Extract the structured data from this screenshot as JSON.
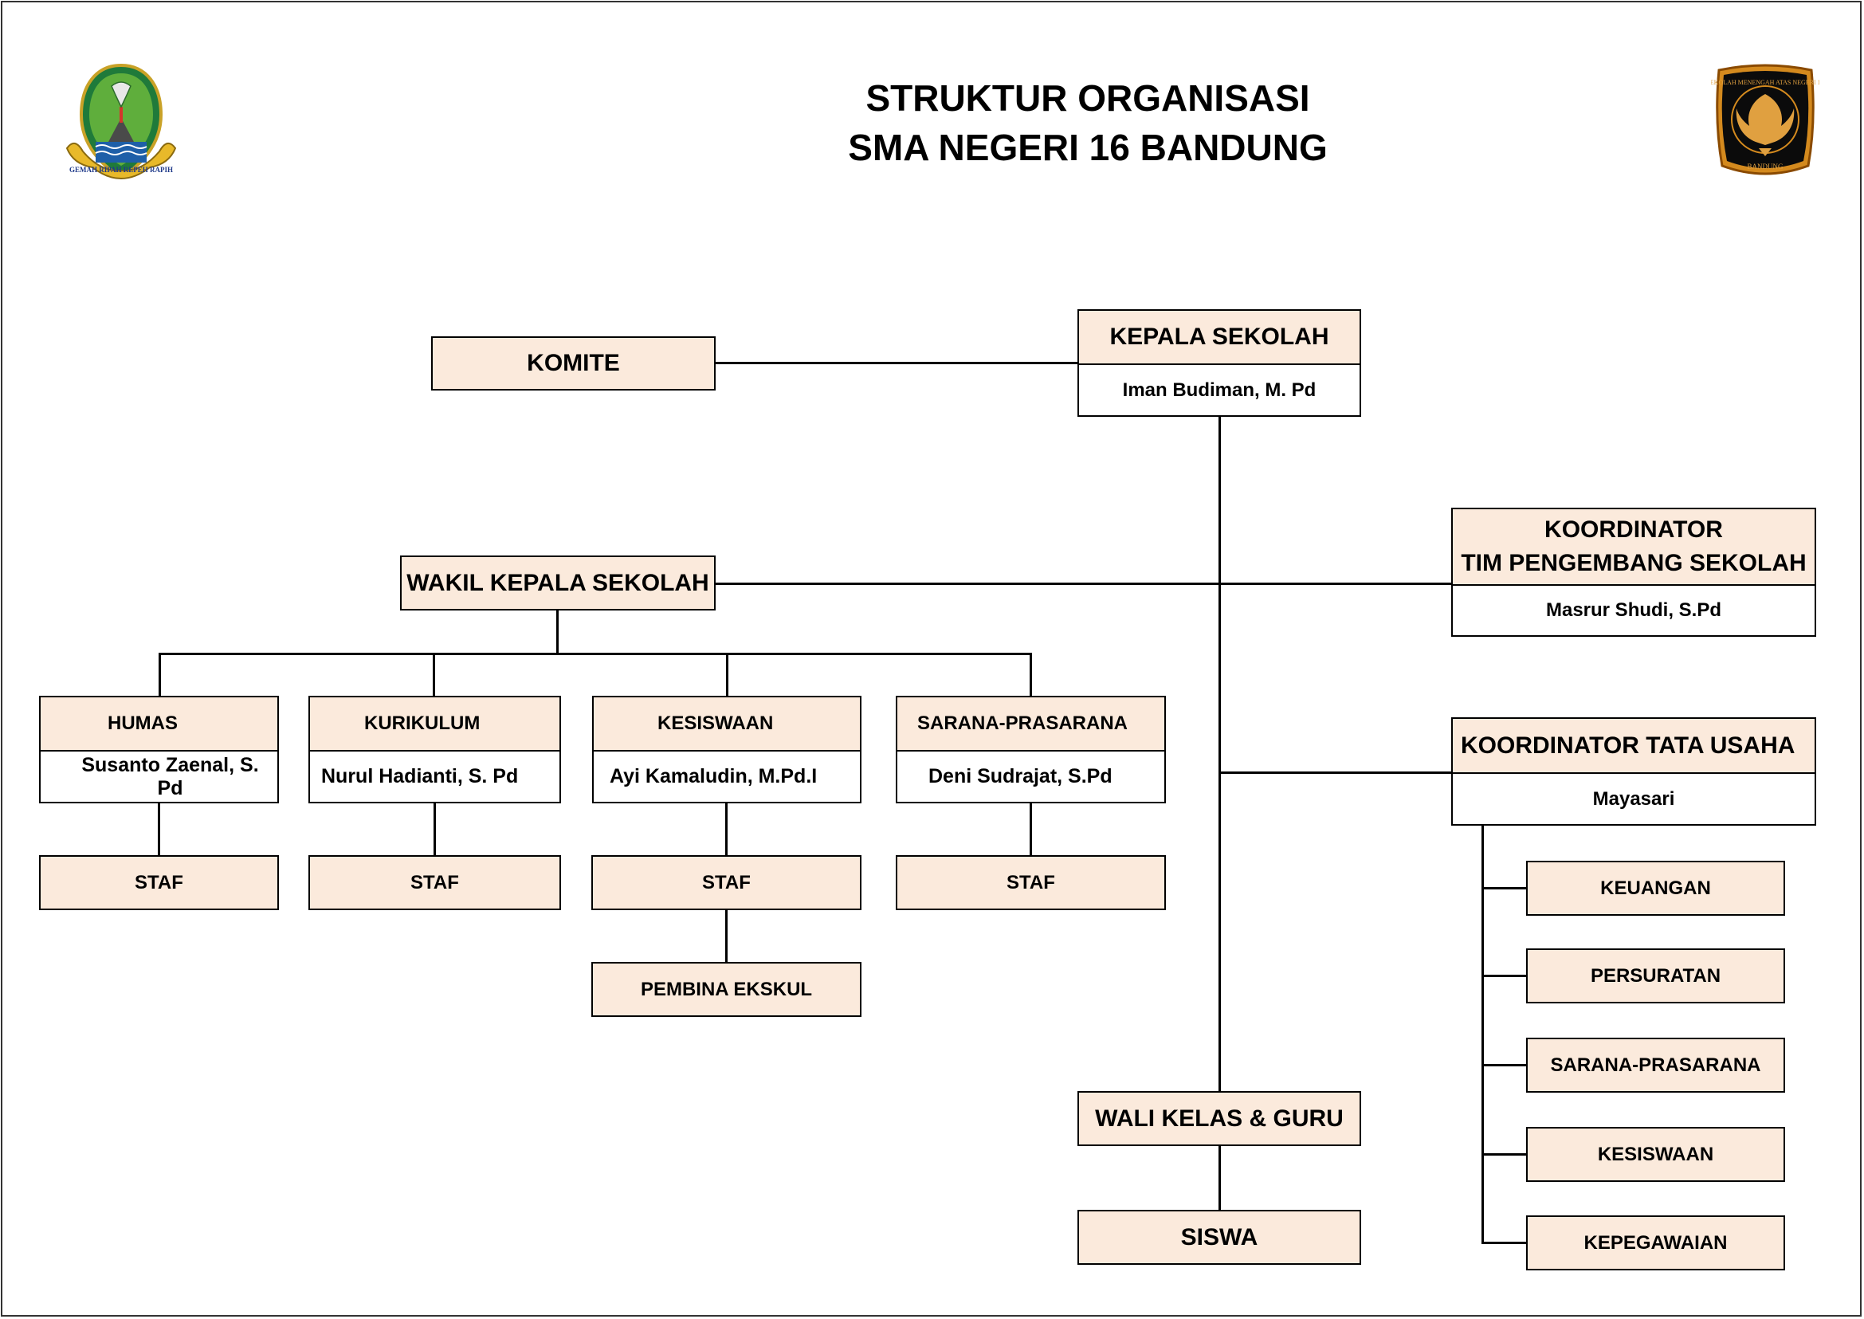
{
  "title": {
    "line1": "STRUKTUR ORGANISASI",
    "line2": "SMA NEGERI 16 BANDUNG"
  },
  "logos": {
    "left": {
      "icon": "west-java-emblem-icon",
      "motto": "GEMAH RIPAH REPEH RAPIH"
    },
    "right": {
      "icon": "school-emblem-icon",
      "ring_text": "SEKOLAH MENENGAH ATAS NEGERI 16",
      "city": "BANDUNG"
    }
  },
  "colors": {
    "box_fill": "#fbeadc",
    "border": "#000000"
  },
  "komite": {
    "label": "KOMITE"
  },
  "kepala_sekolah": {
    "label": "KEPALA SEKOLAH",
    "name": "Iman Budiman, M. Pd"
  },
  "wakil": {
    "label": "WAKIL KEPALA SEKOLAH"
  },
  "koordinator_tps": {
    "label_line1": "KOORDINATOR",
    "label_line2": "TIM PENGEMBANG SEKOLAH",
    "name": "Masrur Shudi, S.Pd"
  },
  "koordinator_tu": {
    "label": "KOORDINATOR TATA USAHA",
    "name": "Mayasari"
  },
  "divisions": [
    {
      "label": "HUMAS",
      "name": "Susanto Zaenal, S. Pd",
      "staff": "STAF"
    },
    {
      "label": "KURIKULUM",
      "name": "Nurul Hadianti, S. Pd",
      "staff": "STAF"
    },
    {
      "label": "KESISWAAN",
      "name": "Ayi Kamaludin, M.Pd.I",
      "staff": "STAF"
    },
    {
      "label": "SARANA-PRASARANA",
      "name": "Deni Sudrajat, S.Pd",
      "staff": "STAF"
    }
  ],
  "pembina_ekskul": {
    "label": "PEMBINA EKSKUL"
  },
  "wali_kelas": {
    "label": "WALI KELAS & GURU"
  },
  "siswa": {
    "label": "SISWA"
  },
  "tata_usaha_units": [
    {
      "label": "KEUANGAN"
    },
    {
      "label": "PERSURATAN"
    },
    {
      "label": "SARANA-PRASARANA"
    },
    {
      "label": "KESISWAAN"
    },
    {
      "label": "KEPEGAWAIAN"
    }
  ]
}
